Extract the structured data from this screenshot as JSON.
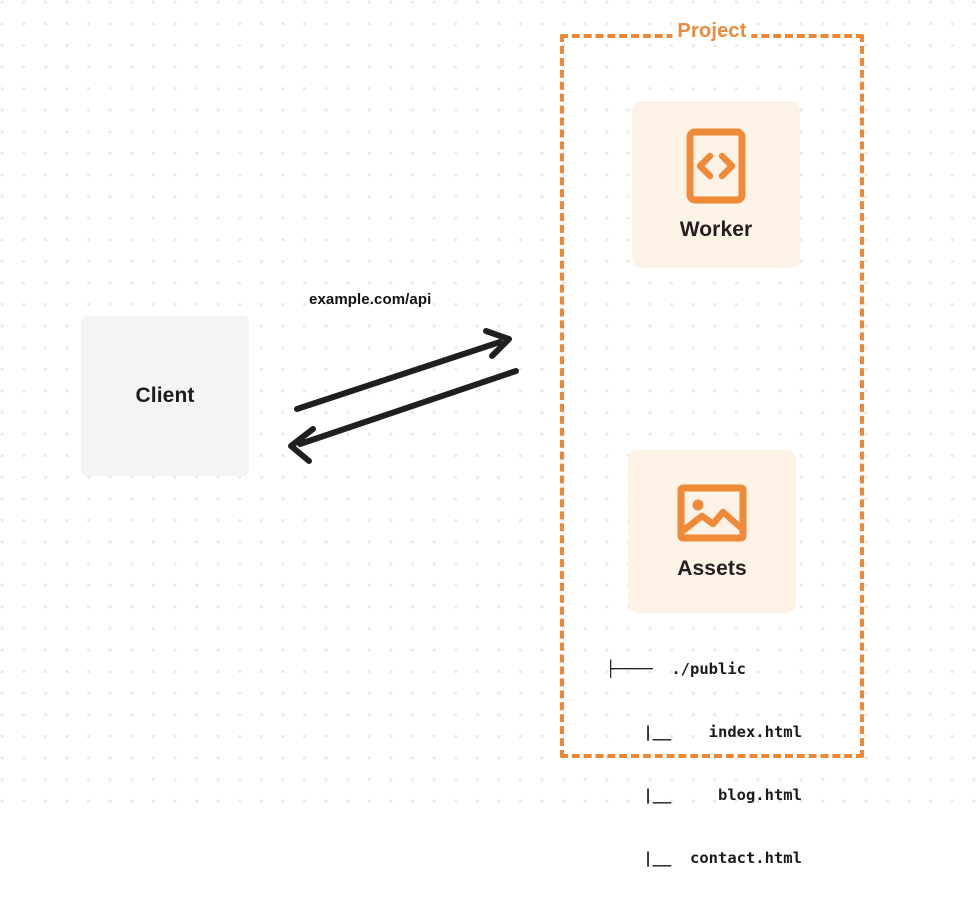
{
  "diagram": {
    "title": "Client to Project Worker and Assets request flow",
    "background": {
      "color": "#ffffff",
      "dot_color": "#e9e9ec",
      "dot_spacing": 21.6
    },
    "colors": {
      "accent": "#ed8936",
      "accent_text": "#ee8a38",
      "card_bg": "#fdf2e6",
      "client_bg": "#f4f4f6",
      "text": "#1b1b1b",
      "arrow": "#1f1f1f"
    },
    "client": {
      "label": "Client"
    },
    "group": {
      "label": "Project",
      "border_style": "dashed"
    },
    "nodes": [
      {
        "id": "worker",
        "label": "Worker",
        "icon": "code-brackets-icon"
      },
      {
        "id": "assets",
        "label": "Assets",
        "icon": "image-icon"
      }
    ],
    "file_tree": {
      "lines": [
        "├────  ./public",
        "    |__    index.html",
        "    |__     blog.html",
        "    |__  contact.html"
      ]
    },
    "connection": {
      "label": "example.com/api",
      "direction": "bidirectional",
      "outbound_arrow": "arrow-to-project",
      "inbound_arrow": "arrow-to-client"
    }
  }
}
